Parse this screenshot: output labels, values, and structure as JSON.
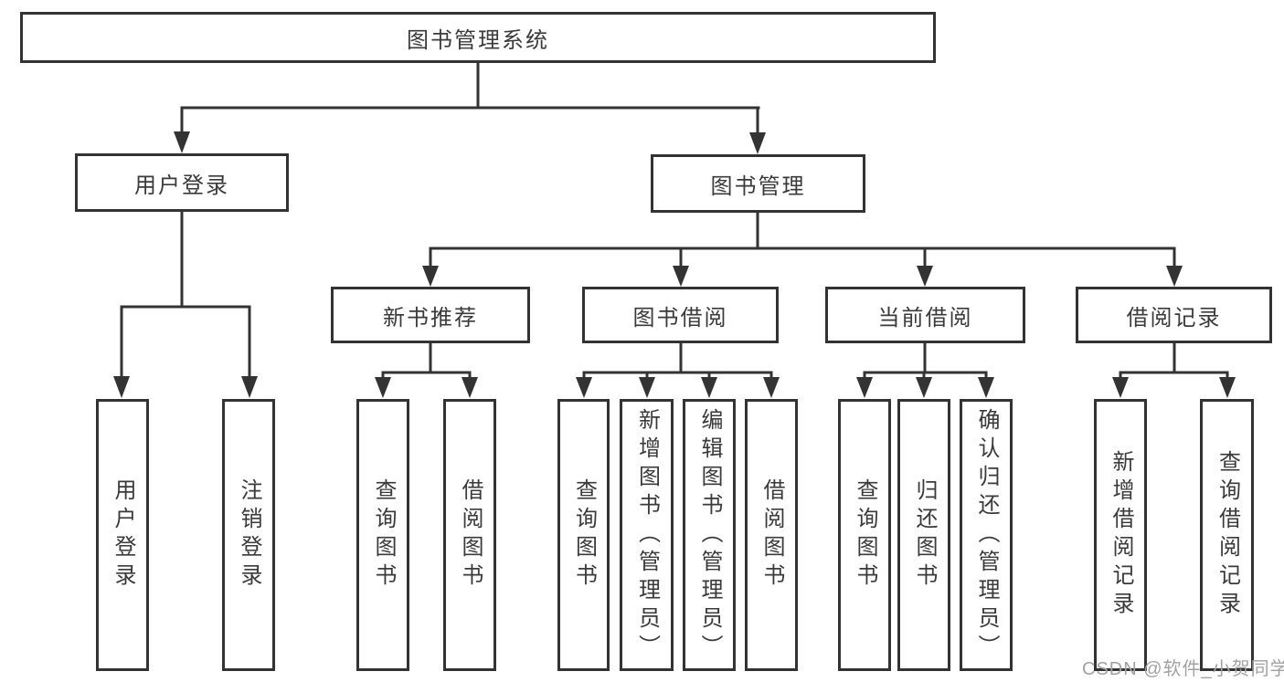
{
  "colors": {
    "background": "#ffffff",
    "line": "#333333",
    "text": "#3a3a3a",
    "watermark": "#a2a2a2"
  },
  "tree": {
    "label": "图书管理系统",
    "children": [
      {
        "label": "用户登录",
        "children": [
          {
            "label": "用户登录"
          },
          {
            "label": "注销登录"
          }
        ]
      },
      {
        "label": "图书管理",
        "children": [
          {
            "label": "新书推荐",
            "children": [
              {
                "label": "查询图书"
              },
              {
                "label": "借阅图书"
              }
            ]
          },
          {
            "label": "图书借阅",
            "children": [
              {
                "label": "查询图书"
              },
              {
                "label": "新增图书（管理员）"
              },
              {
                "label": "编辑图书（管理员）"
              },
              {
                "label": "借阅图书"
              }
            ]
          },
          {
            "label": "当前借阅",
            "children": [
              {
                "label": "查询图书"
              },
              {
                "label": "归还图书"
              },
              {
                "label": "确认归还（管理员）"
              }
            ]
          },
          {
            "label": "借阅记录",
            "children": [
              {
                "label": "新增借阅记录"
              },
              {
                "label": "查询借阅记录"
              }
            ]
          }
        ]
      }
    ]
  },
  "watermark": {
    "text": "CSDN @软件_小贺同学"
  }
}
